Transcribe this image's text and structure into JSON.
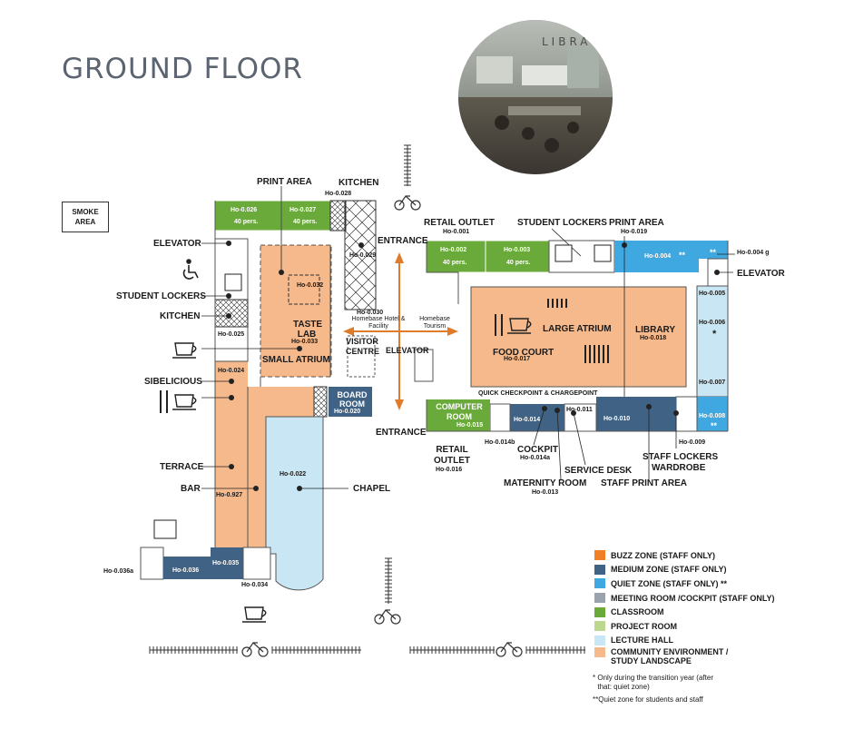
{
  "title": "GROUND FLOOR",
  "photo_sign": "LIBRA",
  "smoke_area": "SMOKE AREA",
  "rooms": {
    "ho026": {
      "code": "Ho-0.026",
      "cap": "40 pers."
    },
    "ho027": {
      "code": "Ho-0.027",
      "cap": "40 pers."
    },
    "ho028": "Ho-0.028",
    "ho029": "Ho-0.029",
    "ho002": {
      "code": "Ho-0.002",
      "cap": "40 pers."
    },
    "ho003": {
      "code": "Ho-0.003",
      "cap": "40 pers."
    },
    "ho004": "Ho-0.004",
    "ho004g": "Ho-0.004 g",
    "ho005": "Ho-0.005",
    "ho006": "Ho-0.006",
    "ho007": "Ho-0.007",
    "ho008": "Ho-0.008",
    "ho009": "Ho-0.009",
    "ho010": "Ho-0.010",
    "ho011": "Ho-0.011",
    "ho014": "Ho-0.014",
    "ho015": "Ho-0.015",
    "ho017": "Ho-0.017",
    "ho018": "Ho-0.018",
    "ho020": "Ho-0.020",
    "ho022": "Ho-0.022",
    "ho024": "Ho-0.024",
    "ho025": "Ho-0.025",
    "ho927": "Ho-0.927",
    "ho030": "Ho-0.030",
    "ho032": "Ho-0.032",
    "ho033": "Ho-0.033",
    "ho034": "Ho-0.034",
    "ho035": "Ho-0.035",
    "ho036": "Ho-0.036",
    "ho036a": "Ho-0.036a",
    "ho001": "Ho-0.001",
    "ho019": "Ho-0.019",
    "ho016": "Ho-0.016",
    "ho014a": "Ho-0.014a",
    "ho014b": "Ho-0.014b",
    "ho013": "Ho-0.013"
  },
  "labels": {
    "print_area_left": "PRINT AREA",
    "kitchen_top": "KITCHEN",
    "elevator_left": "ELEVATOR",
    "student_lockers_left": "STUDENT LOCKERS",
    "kitchen_left": "KITCHEN",
    "taste_lab": "TASTE LAB",
    "small_atrium": "SMALL ATRIUM",
    "sibelicious": "SIBELICIOUS",
    "terrace": "TERRACE",
    "bar": "BAR",
    "chapel": "CHAPEL",
    "board_room": "BOARD ROOM",
    "entrance_top": "ENTRANCE",
    "entrance_bottom": "ENTRANCE",
    "homebase_hotel": "Homebase Hotel & Facility",
    "homebase_tourism": "Homebase Tourism",
    "visitor_centre": "VISITOR CENTRE",
    "elevator_mid": "ELEVATOR",
    "retail_outlet_top": "RETAIL OUTLET",
    "student_lockers_top": "STUDENT LOCKERS",
    "print_area_right": "PRINT AREA",
    "elevator_right": "ELEVATOR",
    "large_atrium": "LARGE ATRIUM",
    "food_court": "FOOD COURT",
    "library": "LIBRARY",
    "quick_checkpoint": "QUICK CHECKPOINT & CHARGEPOINT",
    "computer_room": "COMPUTER ROOM",
    "retail_outlet_bottom": "RETAIL OUTLET",
    "cockpit": "COCKPIT",
    "service_desk": "SERVICE DESK",
    "maternity_room": "MATERNITY ROOM",
    "staff_print_area": "STAFF PRINT AREA",
    "staff_lockers": "STAFF LOCKERS",
    "wardrobe": "WARDROBE",
    "star": "*",
    "double_star": "**"
  },
  "legend": [
    {
      "color": "#f07f25",
      "label": "BUZZ ZONE (STAFF ONLY)"
    },
    {
      "color": "#3f6285",
      "label": "MEDIUM ZONE (STAFF ONLY)"
    },
    {
      "color": "#3fa8e0",
      "label": "QUIET ZONE (STAFF ONLY) **"
    },
    {
      "color": "#9aa3ab",
      "label": "MEETING ROOM /COCKPIT (STAFF ONLY)"
    },
    {
      "color": "#6aaa3a",
      "label": "CLASSROOM"
    },
    {
      "color": "#bcd88f",
      "label": "PROJECT ROOM"
    },
    {
      "color": "#c9e6f4",
      "label": "LECTURE HALL"
    },
    {
      "color": "#f5b98c",
      "label": "COMMUNITY ENVIRONMENT / STUDY LANDSCAPE"
    }
  ],
  "notes": {
    "n1_mark": "*",
    "n1": "Only during the transition year (after that: quiet zone)",
    "n2_mark": "**",
    "n2": "Quiet zone for students and staff"
  },
  "colors": {
    "community": "#f5b98c",
    "classroom": "#6aaa3a",
    "quiet": "#3fa8e0",
    "medium": "#3f6285",
    "lecture": "#c9e6f4",
    "meeting": "#9aa3ab",
    "arrow": "#e07b2a"
  }
}
